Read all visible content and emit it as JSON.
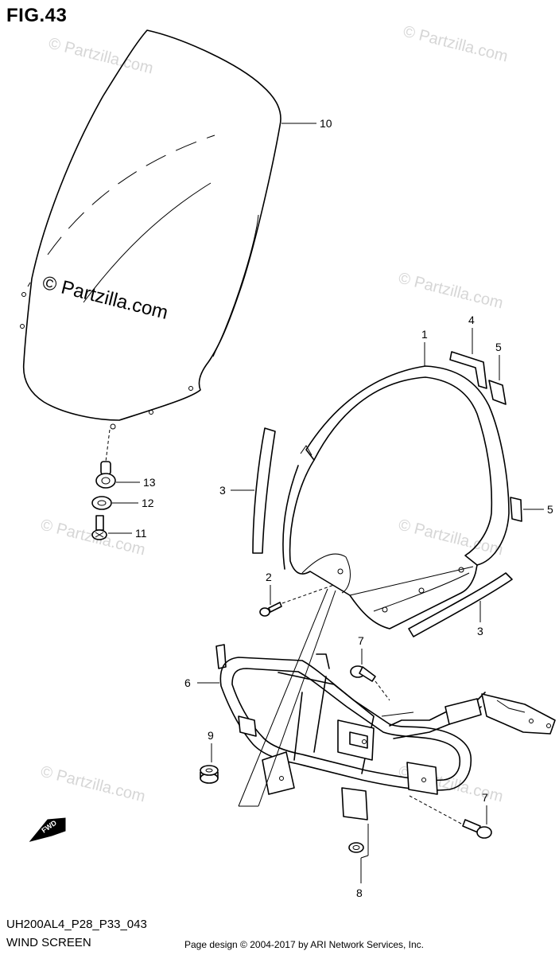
{
  "figure": {
    "title": "FIG.43",
    "model_code": "UH200AL4_P28_P33_043",
    "section_name": "WIND SCREEN",
    "credit": "Page design © 2004-2017 by ARI Network Services, Inc."
  },
  "watermark": {
    "main": "© Partzilla.com",
    "repeat": "© Partzilla.com"
  },
  "fwd_arrow": {
    "label": "FWD"
  },
  "callouts": {
    "c1": "1",
    "c2": "2",
    "c3a": "3",
    "c3b": "3",
    "c4": "4",
    "c5a": "5",
    "c5b": "5",
    "c6": "6",
    "c7a": "7",
    "c7b": "7",
    "c8": "8",
    "c9": "9",
    "c10": "10",
    "c11": "11",
    "c12": "12",
    "c13": "13"
  },
  "colors": {
    "line": "#000000",
    "watermark": "#d6d6d6",
    "background": "#ffffff"
  }
}
